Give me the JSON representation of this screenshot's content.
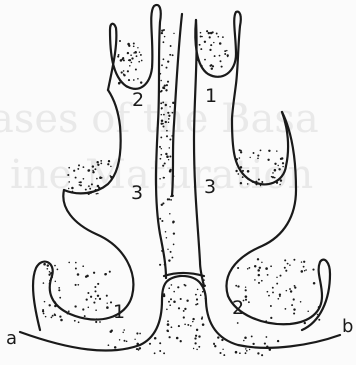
{
  "figure": {
    "edge_labels": {
      "left": "a",
      "right": "b"
    },
    "region_labels": {
      "upper_left": "2",
      "upper_right": "1",
      "middle_left": "3",
      "middle_right": "3",
      "lower_left": "1",
      "lower_right": "2"
    }
  },
  "colors": {
    "ink": "#1a1a1a",
    "paper": "#fbfbfb",
    "watermark": "#dcdcdc"
  }
}
